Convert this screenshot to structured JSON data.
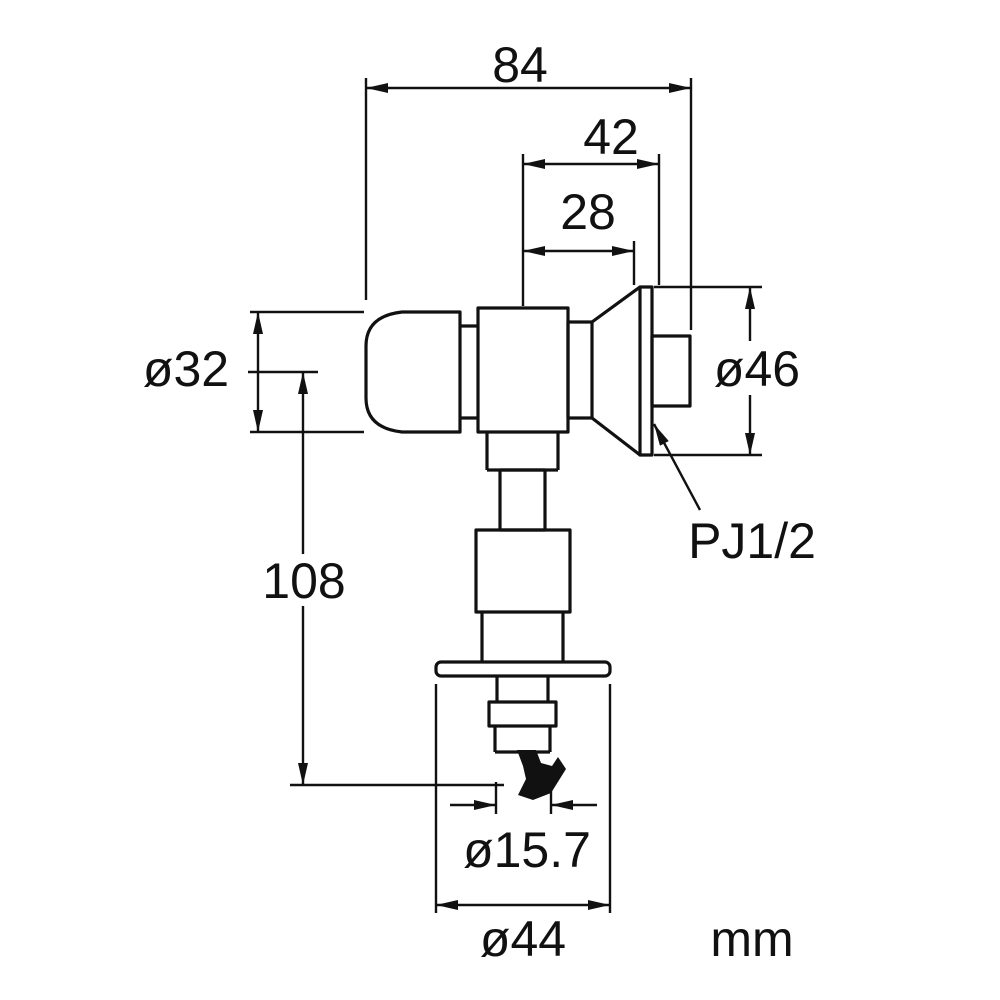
{
  "drawing": {
    "background": "#ffffff",
    "line_color": "#111111",
    "labels": {
      "dim_84": "84",
      "dim_42": "42",
      "dim_28": "28",
      "dim_d32": "ø32",
      "dim_d46": "ø46",
      "thread": "PJ1/2",
      "dim_108": "108",
      "dim_d157": "ø15.7",
      "dim_d44": "ø44",
      "unit": "mm"
    }
  }
}
